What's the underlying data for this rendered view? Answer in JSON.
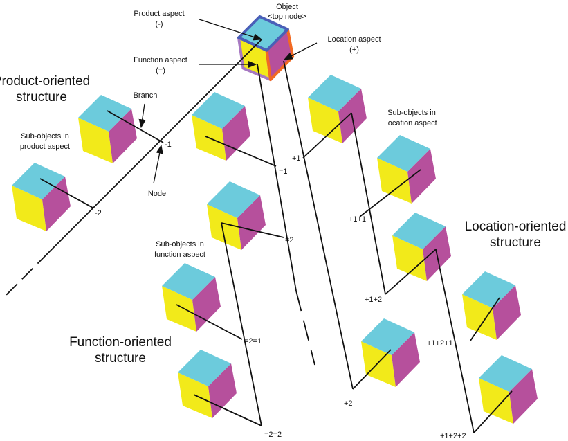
{
  "colors": {
    "top": "#6ccbdc",
    "left": "#f2ea1a",
    "right": "#b6509c",
    "product_border": "#4a5fb8",
    "location_border": "#f26a22",
    "function_border": "#a779c2",
    "line": "#111111"
  },
  "callouts": {
    "object": [
      "Object",
      "<top node>"
    ],
    "product_aspect": [
      "Product aspect",
      "(-)"
    ],
    "function_aspect": [
      "Function aspect",
      "(=)"
    ],
    "location_aspect": [
      "Location aspect",
      "(+)"
    ],
    "branch": "Branch",
    "node": "Node",
    "sub_product": [
      "Sub-objects in",
      "product aspect"
    ],
    "sub_function": [
      "Sub-objects  in",
      "function aspect"
    ],
    "sub_location": [
      "Sub-objects in",
      "location aspect"
    ]
  },
  "structures": {
    "product": [
      "Product-oriented",
      "structure"
    ],
    "function": [
      "Function-oriented",
      "structure"
    ],
    "location": [
      "Location-oriented",
      "structure"
    ]
  },
  "node_labels": {
    "p1": "-1",
    "p2": "-2",
    "f1": "=1",
    "f2": "=2",
    "f21": "=2=1",
    "f22": "=2=2",
    "l1": "+1",
    "l11": "+1+1",
    "l12": "+1+2",
    "l2": "+2",
    "l121": "+1+2+1",
    "l122": "+1+2+2"
  }
}
